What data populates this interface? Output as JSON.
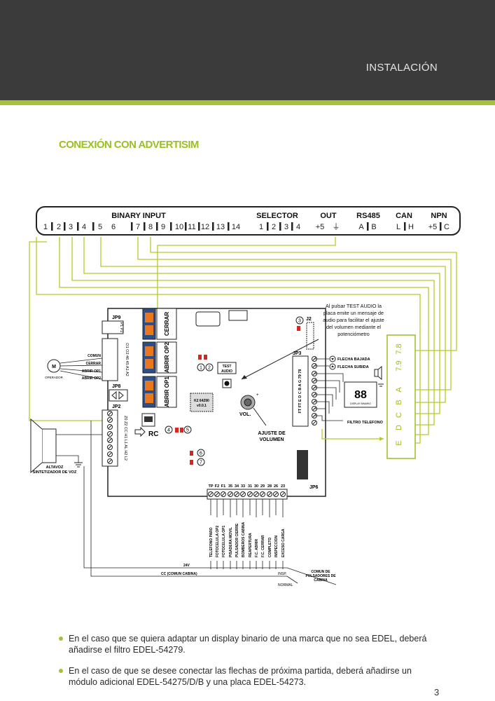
{
  "header": {
    "section": "INSTALACIÓN"
  },
  "section_title": "CONEXIÓN CON ADVERTISIM",
  "colors": {
    "header_bg": "#3b3b3b",
    "accent": "#a6c23a",
    "title_green": "#9cbf22",
    "led_red": "#d7261e",
    "connector_orange": "#e8771e",
    "connector_blue": "#2c4f8a"
  },
  "connector_bar": {
    "groups": [
      "BINARY INPUT",
      "SELECTOR",
      "OUT",
      "RS485",
      "CAN",
      "NPN"
    ],
    "binary_terminals": [
      "1",
      "2",
      "3",
      "4",
      "5",
      "6",
      "7",
      "8",
      "9",
      "10",
      "11",
      "12",
      "13",
      "14"
    ],
    "selector_terminals": [
      "1",
      "2",
      "3",
      "4"
    ],
    "out_terminals": [
      "+5",
      "⏚"
    ],
    "rs485_terminals": [
      "A",
      "B"
    ],
    "can_terminals": [
      "L",
      "H"
    ],
    "npn_terminals": [
      "+5",
      "C"
    ]
  },
  "board": {
    "jp9": "JP9",
    "jp9_pins": "P1 P2",
    "jp8": "JP8",
    "jp2": "JP2",
    "j2": "J2",
    "jp3": "JP3",
    "jp6": "JP6",
    "op_terminals": "O1 O2 46 45 A1 A2",
    "jp2_terminals": "Z0 Z2 CC H1 L1 AL H2 L2",
    "relays": [
      "CERRAR",
      "ABRIR OP2",
      "ABRIR OP1"
    ],
    "chip": [
      "K2 64290",
      "v0.0.1"
    ],
    "leds": [
      "1",
      "2",
      "3",
      "4",
      "5",
      "6",
      "7"
    ],
    "test_audio": [
      "TEST",
      "AUDIO"
    ],
    "vol": "VOL.",
    "rc": "RC",
    "jp3_terminals": "FT FT E D C B A G 79 78",
    "jp6_terminals": [
      "TP",
      "F2",
      "F1",
      "35",
      "34",
      "33",
      "31",
      "30",
      "29",
      "28",
      "26",
      "23"
    ],
    "ajuste": [
      "AJUSTE DE",
      "VOLUMEN"
    ]
  },
  "note": [
    "Al pulsar TEST AUDIO la",
    "placa emite un mensaje de",
    "audio para facilitar el ajuste",
    "del volumen mediante el",
    "potenciómetro"
  ],
  "motor": {
    "symbol": "M",
    "label": "OPERADOR",
    "wires": [
      "COMUN",
      "CERRAR",
      "ABRIR OP1",
      "ABRIR OP2"
    ]
  },
  "speaker": {
    "label": [
      "ALTAVOZ",
      "SINTETIZADOR DE VOZ"
    ]
  },
  "display": {
    "digits": "88",
    "caption": "DISPLAY BINARIO",
    "labels": [
      "FLECHA BAJADA",
      "FLECHA SUBIDA",
      "FILTRO TELEFONO"
    ]
  },
  "green_box": {
    "labels": [
      "7.8",
      "7.9",
      "A",
      "B",
      "C",
      "D",
      "E"
    ]
  },
  "jp6_labels": [
    "TELEFONO PARO",
    "FOTOCELULA OP2",
    "FOTOCELULA OP1",
    "PISADERA MOVIL",
    "PULSADOR CIERRE",
    "BOMBEROS CABINA",
    "REAPERTURA",
    "F.C. ABRIR",
    "F.C. CERRAR",
    "COMPLETO",
    "INSPECCION",
    "EXCESO CARGA"
  ],
  "bottom_wires": {
    "v24": "24V",
    "cc": "CC (COMUN CABINA)",
    "insp": "INSP.",
    "normal": "NORMAL",
    "comun": [
      "COMUN DE",
      "PULSADORES DE",
      "CABINA"
    ]
  },
  "bullets": [
    "En el caso que se quiera adaptar un display binario de una marca que no sea EDEL, deberá añadirse el filtro EDEL-54279.",
    "En el caso de que se desee conectar las flechas de próxima partida, deberá añadirse un módulo adicional EDEL-54275/D/B y una placa EDEL-54273."
  ],
  "page_number": "3"
}
